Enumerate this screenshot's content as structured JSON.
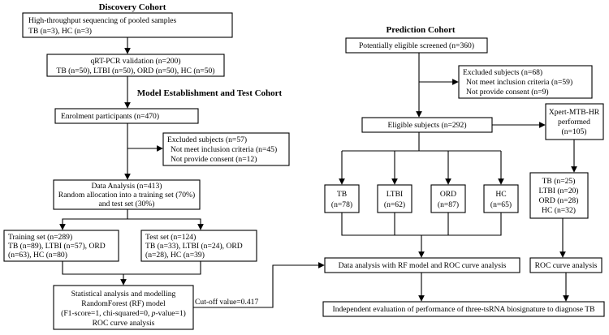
{
  "headings": {
    "discovery": "Discovery Cohort",
    "model": "Model Establishment and Test Cohort",
    "prediction": "Prediction Cohort"
  },
  "boxes": {
    "sequencing": [
      "High-throughput sequencing of pooled samples",
      "TB (n=3), HC (n=3)"
    ],
    "qrtpcr": [
      "qRT-PCR validation (n=200)",
      "TB (n=50), LTBI (n=50), ORD (n=50), HC (n=50)"
    ],
    "enrolment": [
      "Enrolment participants (n=470)"
    ],
    "excluded_model": [
      "Excluded subjects (n=57)",
      "Not meet inclusion criteria (n=45)",
      "Not provide consent (n=12)"
    ],
    "data_analysis": [
      "Data Analysis (n=413)",
      "Random allocation into a training set (70%)",
      "and test set (30%)"
    ],
    "training": [
      "Training set (n=289)",
      "TB (n=89), LTBI (n=57), ORD",
      "(n=63), HC (n=80)"
    ],
    "test": [
      "Test set (n=124)",
      "TB (n=33), LTBI (n=24), ORD",
      "(n=28), HC (n=39)"
    ],
    "modelling": [
      "Statistical analysis and modelling",
      "RandomForest (RF) model",
      "(F1-score=1, chi-squared=0, p-value=1)",
      "ROC curve analysis"
    ],
    "screened": [
      "Potentially eligible screened (n=360)"
    ],
    "excluded_pred": [
      "Excluded subjects (n=68)",
      "Not meet inclusion criteria (n=59)",
      "Not provide consent (n=9)"
    ],
    "eligible": [
      "Eligible subjects (n=292)"
    ],
    "xpert": [
      "Xpert-MTB-HR",
      "performed",
      "(n=105)"
    ],
    "tb": [
      "TB",
      "(n=78)"
    ],
    "ltbi": [
      "LTBI",
      "(n=62)"
    ],
    "ord": [
      "ORD",
      "(n=87)"
    ],
    "hc": [
      "HC",
      "(n=65)"
    ],
    "xpert_groups": [
      "TB (n=25)",
      "LTBI (n=20)",
      "ORD (n=28)",
      "HC (n=32)"
    ],
    "rf_analysis": [
      "Data analysis with RF model and ROC curve analysis"
    ],
    "roc": [
      "ROC curve analysis"
    ],
    "independent": [
      "Independent evaluation of performance of three-tsRNA biosignature to diagnose TB"
    ]
  },
  "edge_labels": {
    "cutoff": "Cut-off value=0.417"
  }
}
